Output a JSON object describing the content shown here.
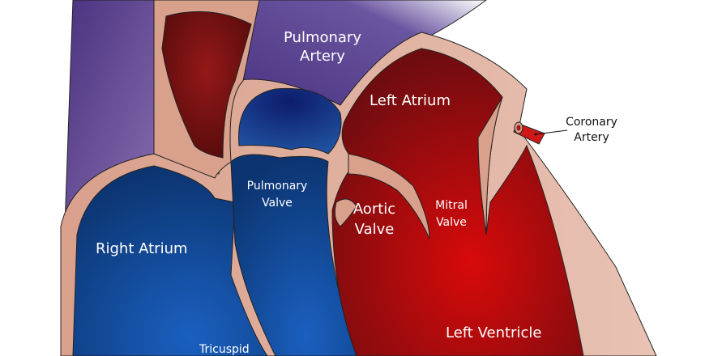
{
  "labels": {
    "pulmonary_artery": [
      "Pulmonary",
      "Artery"
    ],
    "left_atrium": "Left Atrium",
    "coronary_artery": [
      "Coronary",
      "Artery"
    ],
    "pulmonary_valve": [
      "Pulmonary",
      "Valve"
    ],
    "aortic_valve": [
      "Aortic",
      "Valve"
    ],
    "mitral_valve": [
      "Mitral",
      "Valve"
    ],
    "right_atrium": "Right Atrium",
    "left_ventricle": "Left Ventricle",
    "tricuspid": "Tricuspid"
  },
  "colors": {
    "tissue": "#d9a08c",
    "vein_purple": "#5a3f8a",
    "oxygen_poor_blue": "#1450a0",
    "oxygen_rich_red": "#b30a10",
    "aorta_dark": "#7a1010"
  }
}
